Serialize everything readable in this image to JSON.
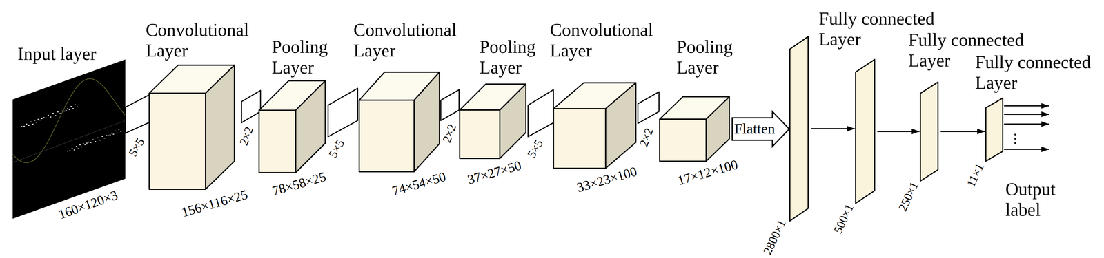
{
  "diagram": {
    "nodes": [
      {
        "text": [
          "Input layer",
          "160×120×3"
        ]
      },
      {
        "text": [
          "Convolutional Layer",
          "156×116×25"
        ]
      },
      {
        "text": [
          "Pooling Layer",
          "78×58×25"
        ]
      },
      {
        "text": [
          "Convolutional Layer",
          "74×54×50"
        ]
      },
      {
        "text": [
          "Pooling Layer",
          "37×27×50"
        ]
      },
      {
        "text": [
          "Convolutional Layer",
          "33×23×100"
        ]
      },
      {
        "text": [
          "Pooling Layer",
          "17×12×100"
        ]
      },
      {
        "text": [
          "2800×1"
        ]
      },
      {
        "text": [
          "Fully connected Layer",
          "500×1"
        ]
      },
      {
        "text": [
          "Fully connected Layer",
          "250×1"
        ]
      },
      {
        "text": [
          "Fully connected Layer",
          "11×1"
        ]
      }
    ],
    "edges": [
      {
        "from": 6,
        "to": 7,
        "label": "Flatten",
        "arrow": "to"
      },
      {
        "from": 7,
        "to": 8,
        "arrow": "to"
      },
      {
        "from": 8,
        "to": 9,
        "arrow": "to"
      },
      {
        "from": 9,
        "to": 10,
        "arrow": "to"
      }
    ],
    "labels": [
      "5×5",
      "2×2",
      "5×5",
      "2×2",
      "5×5",
      "2×2",
      "Output label"
    ]
  }
}
